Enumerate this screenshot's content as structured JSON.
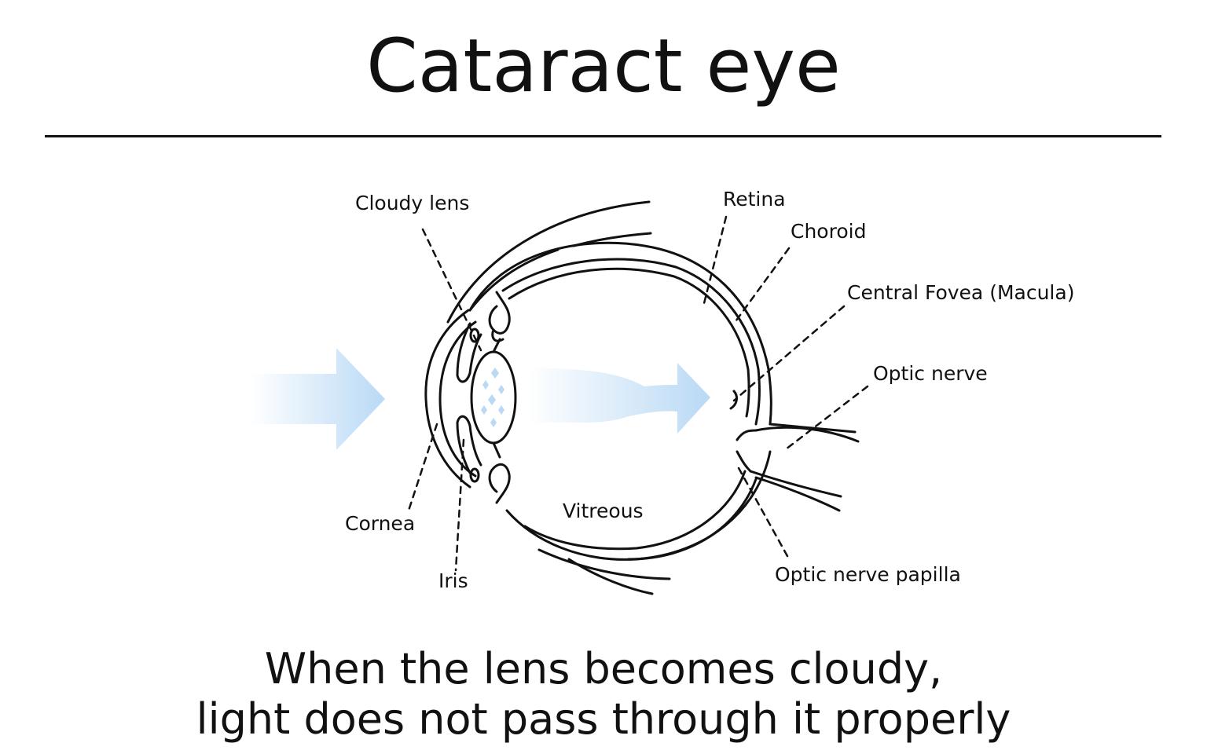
{
  "title": "Cataract eye",
  "labels": {
    "cloudy_lens": "Cloudy lens",
    "retina": "Retina",
    "choroid": "Choroid",
    "central_fovea": "Central Fovea (Macula)",
    "optic_nerve": "Optic nerve",
    "cornea": "Cornea",
    "iris": "Iris",
    "vitreous": "Vitreous",
    "optic_nerve_papilla": "Optic nerve papilla"
  },
  "caption": {
    "line1": "When the lens becomes cloudy,",
    "line2": "light does not pass through it properly"
  },
  "colors": {
    "ink": "#111111",
    "light_arrow": "#b9d9f5",
    "lens_spots": "#b9d9f5"
  }
}
